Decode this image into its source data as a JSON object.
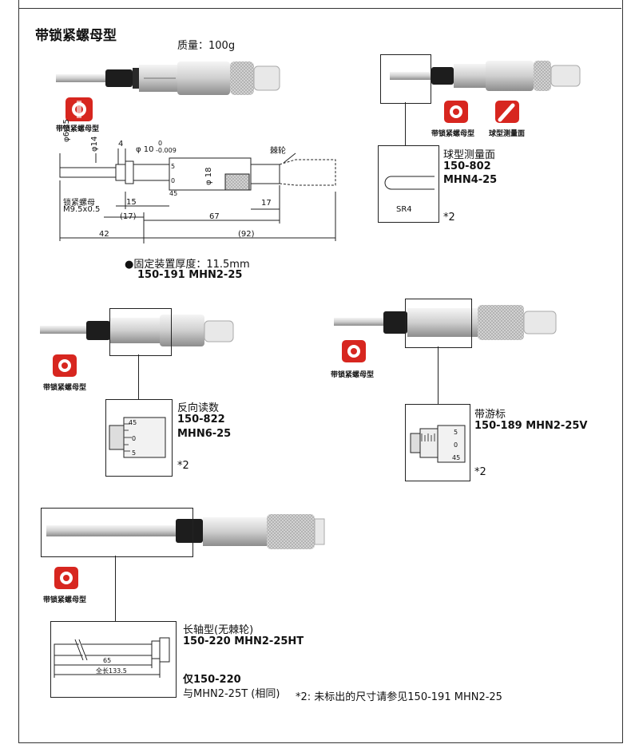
{
  "page": {
    "heading": "带锁紧螺母型",
    "weight": "质量：100g"
  },
  "badges": {
    "lock_nut": "带锁紧螺母型",
    "spherical": "球型测量面"
  },
  "main_dims": {
    "d635": "φ6.35",
    "d14": "φ14",
    "w4": "4",
    "d10": "φ 10",
    "tol_top": "0",
    "tol_bottom": "-0.009",
    "ratchet": "棘轮",
    "d18": "φ 18",
    "lock_nut_label": "锁紧螺母",
    "thread": "M9.5x0.5",
    "w15": "15",
    "w17": "17",
    "w17p": "(17)",
    "w67": "67",
    "w42": "42",
    "w92": "(92)",
    "scale_5": "5",
    "scale_0": "0",
    "scale_45": "45"
  },
  "mount_note": "●固定装置厚度：11.5mm",
  "model_main": "150-191   MHN2-25",
  "spherical_variant": {
    "title": "球型测量面",
    "code": "150-802",
    "model": "MHN4-25",
    "sr": "SR4",
    "note": "*2"
  },
  "reverse_variant": {
    "title": "反向读数",
    "code": "150-822",
    "model": "MHN6-25",
    "note": "*2",
    "scale": [
      "45",
      "0",
      "5"
    ]
  },
  "vernier_variant": {
    "title": "带游标",
    "code_model": "150-189   MHN2-25V",
    "note": "*2",
    "scale": [
      "5",
      "0",
      "45"
    ]
  },
  "long_spindle_variant": {
    "title": "长轴型(无棘轮)",
    "code_model": "150-220   MHN2-25HT",
    "dim_65": "65",
    "dim_total": "全长133.5",
    "only_line1": "仅150-220",
    "only_line2": "与MHN2-25T (相同)"
  },
  "footnote": "*2: 未标出的尺寸请参见150-191   MHN2-25",
  "colors": {
    "badge_red": "#d7261f",
    "metal_light": "#e6e6e6",
    "metal_dark": "#6d6d6d",
    "knurl": "#bdbdbd",
    "black_nut": "#1d1d1d"
  }
}
